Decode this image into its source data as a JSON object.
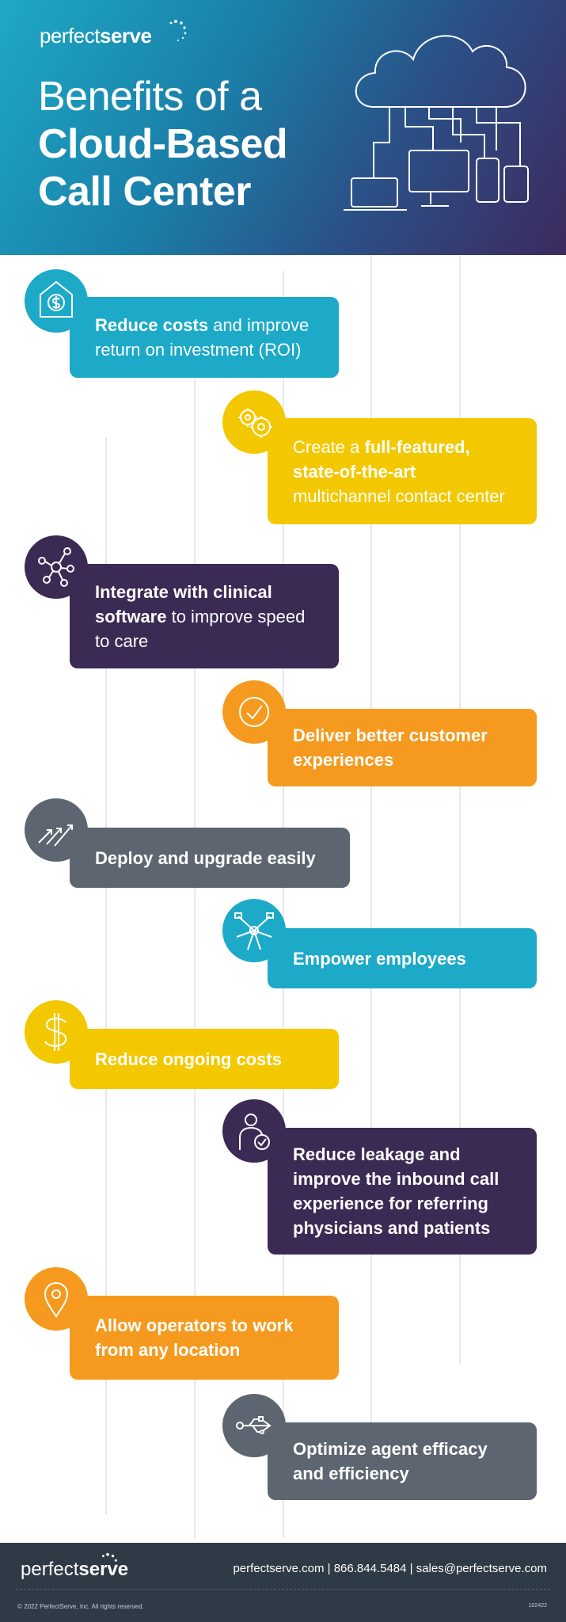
{
  "brand": {
    "logo_light": "perfect",
    "logo_bold": "serve"
  },
  "hero": {
    "title_line1": "Benefits of a",
    "title_line2": "Cloud-Based",
    "title_line3": "Call Center",
    "icon": "cloud-devices-icon"
  },
  "benefits": [
    {
      "icon": "hand-dollar-icon",
      "color": "#1caac8",
      "bold": "Reduce costs",
      "rest": " and improve return on investment (ROI)"
    },
    {
      "icon": "gears-icon",
      "color": "#f3c800",
      "lead": "Create a ",
      "bold": "full-featured, state-of-the-art",
      "rest": " multichannel contact center"
    },
    {
      "icon": "network-nodes-icon",
      "color": "#3b2a54",
      "bold": "Integrate with clinical software",
      "rest": " to improve speed to care"
    },
    {
      "icon": "checkmark-circle-icon",
      "color": "#f59a1e",
      "bold": "Deliver better customer experiences",
      "rest": ""
    },
    {
      "icon": "rising-arrows-icon",
      "color": "#5d6670",
      "bold": "Deploy and upgrade easily",
      "rest": ""
    },
    {
      "icon": "team-hands-icon",
      "color": "#1caac8",
      "bold": "Empower employees",
      "rest": ""
    },
    {
      "icon": "dollar-sign-icon",
      "color": "#f3c800",
      "bold": "Reduce ongoing costs",
      "rest": ""
    },
    {
      "icon": "doctor-check-icon",
      "color": "#3b2a54",
      "bold": "Reduce leakage and improve the inbound call experience for referring physicians and patients",
      "rest": ""
    },
    {
      "icon": "location-pin-icon",
      "color": "#f59a1e",
      "bold": "Allow operators to work from any location",
      "rest": ""
    },
    {
      "icon": "usb-icon",
      "color": "#5d6670",
      "bold": "Optimize agent efficacy and efficiency",
      "rest": ""
    }
  ],
  "footer": {
    "logo_light": "perfect",
    "logo_bold": "serve",
    "contact": "perfectserve.com | 866.844.5484 | sales@perfectserve.com",
    "copyright": "© 2022 PerfectServe, Inc. All rights reserved.",
    "code": "102422"
  }
}
